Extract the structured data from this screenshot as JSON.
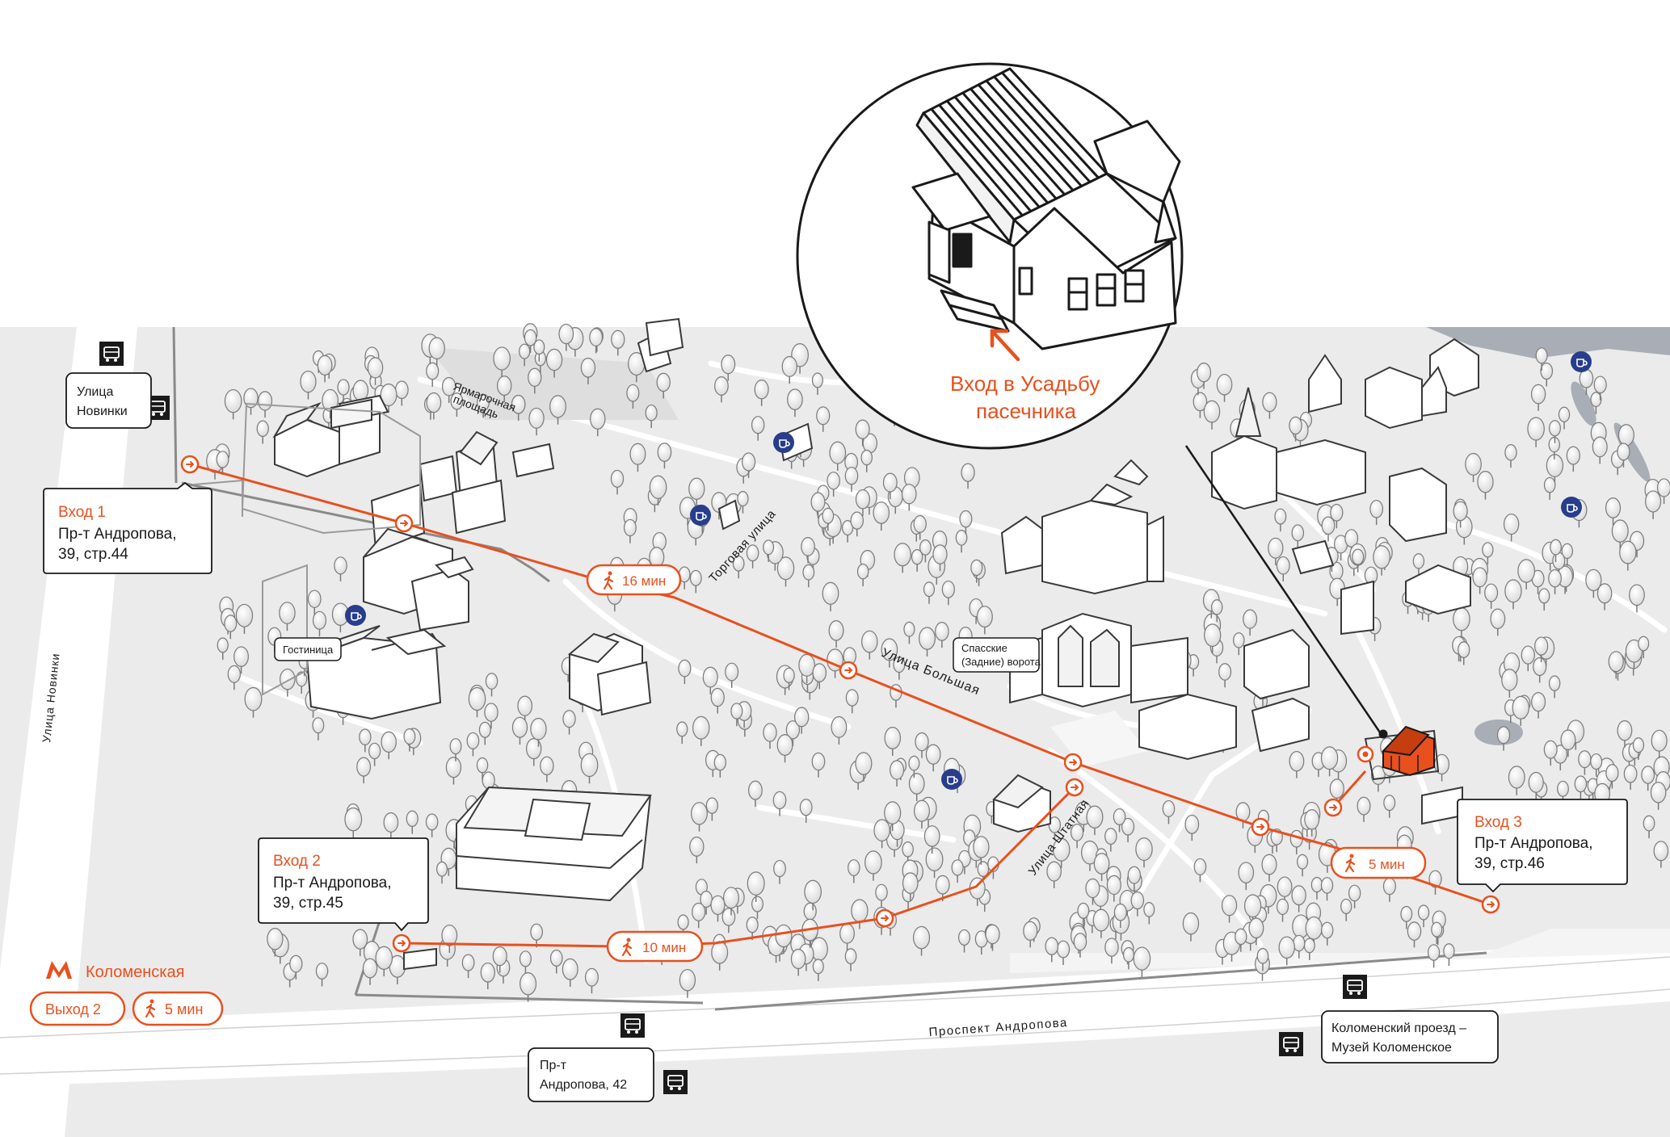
{
  "colors": {
    "accent": "#e8501e",
    "ink": "#1a1a1a",
    "park": "#ebebeb",
    "road": "#ffffff",
    "water": "#a9aeb6",
    "cafe": "#283d8c"
  },
  "callout": {
    "label_line1": "Вход в Усадьбу",
    "label_line2": "пасечника"
  },
  "entrances": [
    {
      "title": "Вход 1",
      "line1": "Пр-т Андропова,",
      "line2": "39, стр.44"
    },
    {
      "title": "Вход 2",
      "line1": "Пр-т Андропова,",
      "line2": "39, стр.45"
    },
    {
      "title": "Вход 3",
      "line1": "Пр-т Андропова,",
      "line2": "39, стр.46"
    }
  ],
  "walk_times": {
    "route1": "16 мин",
    "route2": "10 мин",
    "route3": "5 мин"
  },
  "metro": {
    "station": "Коломенская",
    "exit": "Выход 2",
    "walk": "5 мин"
  },
  "bus_stops": {
    "novinki_line1": "Улица",
    "novinki_line2": "Новинки",
    "andropova42_line1": "Пр-т",
    "andropova42_line2": "Андропова, 42",
    "kolomensky_line1": "Коломенский проезд –",
    "kolomensky_line2": "Музей Коломенское"
  },
  "streets": {
    "novinki": "Улица Новинки",
    "yarmarochnaya_line1": "Ярмарочная",
    "yarmarochnaya_line2": "площадь",
    "torgovaya": "Торговая улица",
    "bolshaya": "Улица Большая",
    "shtatnaya": "Улица Штатная",
    "andropova": "Проспект Андропова"
  },
  "landmarks": {
    "hotel": "Гостиница",
    "gates_line1": "Спасские",
    "gates_line2": "(Задние) ворота"
  },
  "icons": [
    "bus-stop-icon",
    "cafe-icon",
    "metro-icon",
    "walker-icon",
    "arrow-icon",
    "entrance-icon"
  ]
}
